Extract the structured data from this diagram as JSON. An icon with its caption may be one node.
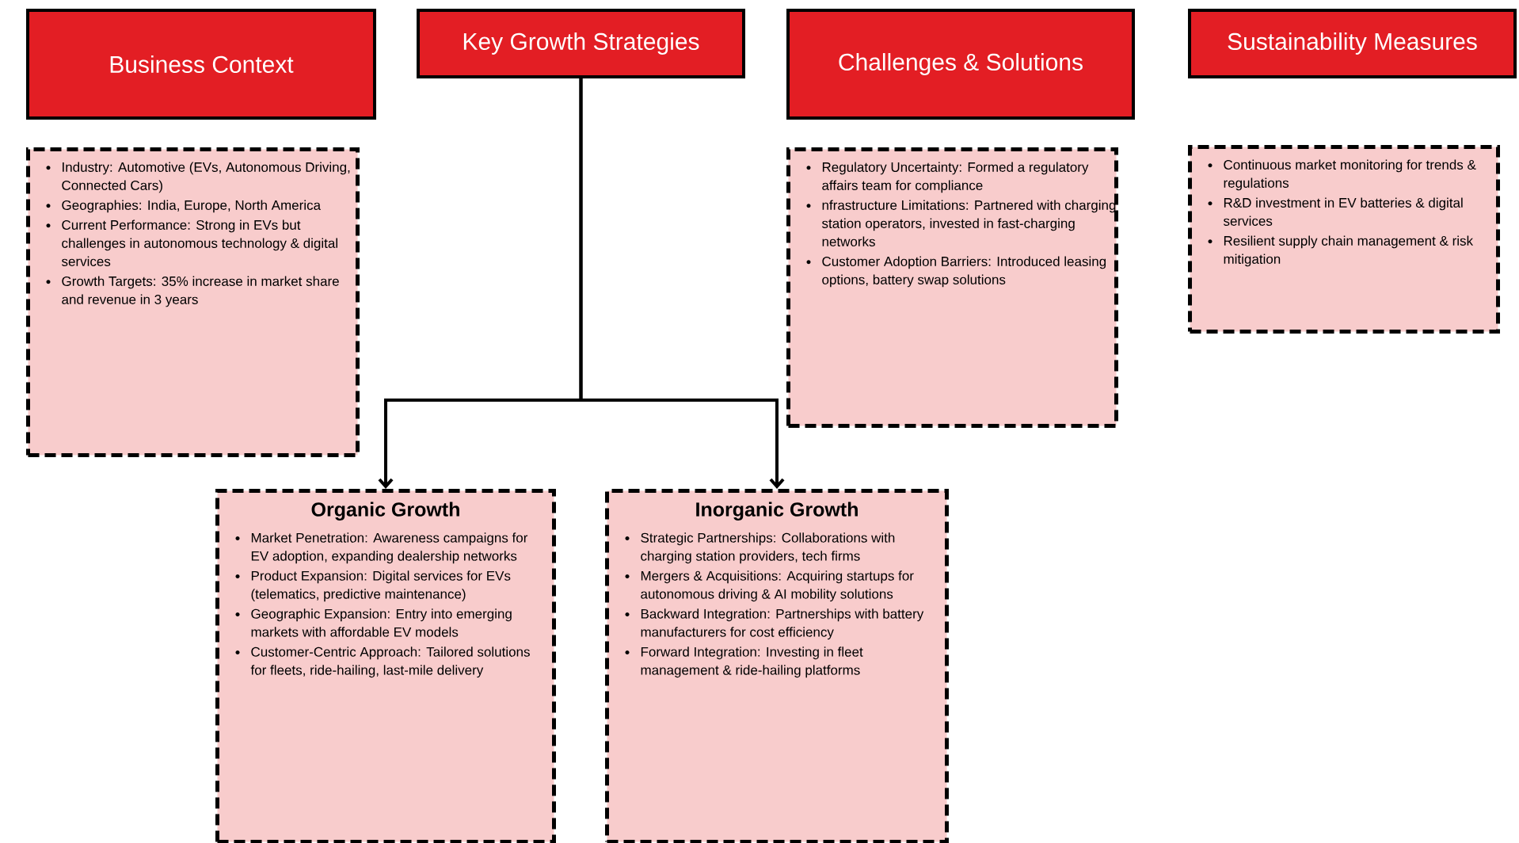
{
  "diagram": {
    "nodes": [
      {
        "text": [
          "Business Context"
        ]
      },
      {
        "text": [
          "Industry: Automotive (EVs, Autonomous Driving, Connected Cars)",
          "Geographies: India, Europe, North America",
          "Current Performance: Strong in EVs but challenges in autonomous technology & digital services",
          "Growth Targets: 35% increase in market share and revenue in 3 years"
        ]
      },
      {
        "text": [
          "Key Growth Strategies"
        ]
      },
      {
        "text": [
          "Challenges & Solutions"
        ]
      },
      {
        "text": [
          "Regulatory Uncertainty: Formed a regulatory affairs team for compliance",
          "nfrastructure Limitations: Partnered with charging station operators, invested in fast-charging networks",
          "Customer Adoption Barriers: Introduced leasing options, battery swap solutions"
        ]
      },
      {
        "text": [
          "Sustainability Measures"
        ]
      },
      {
        "text": [
          "Continuous market monitoring for trends & regulations",
          "R&D investment in EV batteries & digital services",
          "Resilient supply chain management & risk mitigation"
        ]
      },
      {
        "text": [
          "Organic Growth",
          "Market Penetration: Awareness campaigns for EV adoption, expanding dealership networks",
          "Product Expansion: Digital services for EVs (telematics, predictive maintenance)",
          "Geographic Expansion: Entry into emerging markets with affordable EV models",
          "Customer-Centric Approach: Tailored solutions for fleets, ride-hailing, last-mile delivery"
        ]
      },
      {
        "text": [
          "Inorganic Growth",
          "Strategic Partnerships: Collaborations with charging station providers, tech firms",
          "Mergers & Acquisitions: Acquiring startups for autonomous driving & AI mobility solutions",
          "Backward Integration: Partnerships with battery manufacturers for cost efficiency",
          "Forward Integration: Investing in fleet management & ride-hailing platforms"
        ]
      }
    ],
    "edges": [
      {
        "from": 2,
        "to": 7,
        "arrow": "to"
      },
      {
        "from": 2,
        "to": 8,
        "arrow": "to"
      }
    ]
  }
}
